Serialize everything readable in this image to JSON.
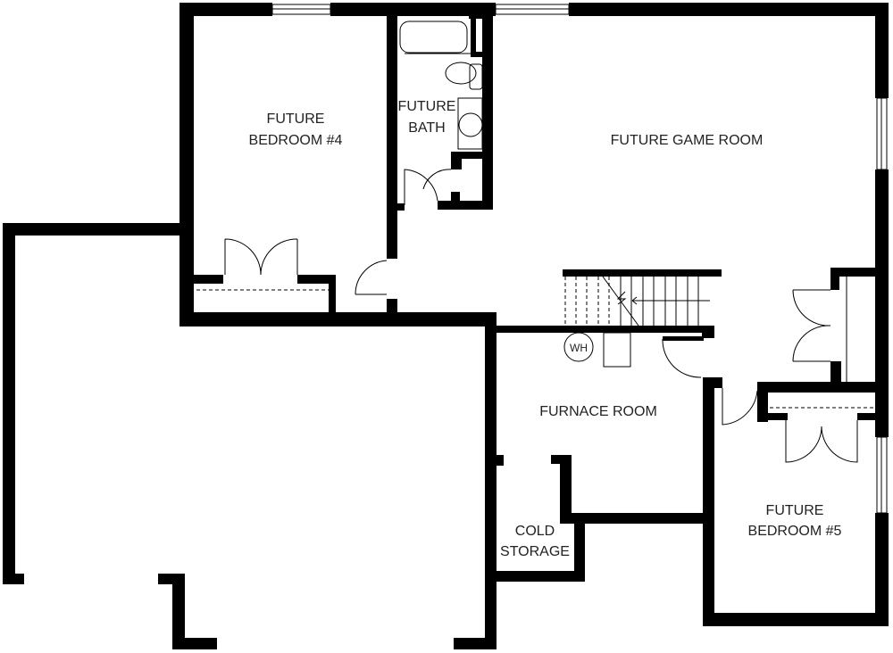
{
  "title": "Basement floor plan",
  "rooms": {
    "bedroom4": {
      "line1": "FUTURE",
      "line2": "BEDROOM #4"
    },
    "bath": {
      "line1": "FUTURE",
      "line2": "BATH"
    },
    "game_room": {
      "line1": "FUTURE GAME ROOM"
    },
    "furnace_room": {
      "line1": "FURNACE ROOM"
    },
    "cold_storage": {
      "line1": "COLD",
      "line2": "STORAGE"
    },
    "bedroom5": {
      "line1": "FUTURE",
      "line2": "BEDROOM #5"
    }
  },
  "fixtures": {
    "water_heater": "WH"
  },
  "colors": {
    "wall": "#000000",
    "background": "#ffffff"
  }
}
